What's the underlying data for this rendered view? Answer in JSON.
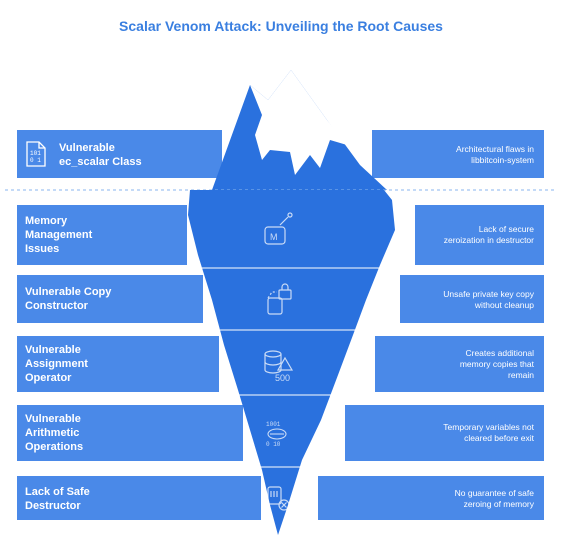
{
  "title": "Scalar Venom Attack: Unveiling the Root Causes",
  "colors": {
    "band": "#4a89e8",
    "ice": "#2a71de",
    "title": "#3a7fe0",
    "waterline": "#8ab6ef"
  },
  "layers": [
    {
      "label": "Vulnerable\nec_scalar Class",
      "description": "Architectural flaws in\nlibbitcoin-system",
      "icon": "binary-file-icon"
    },
    {
      "label": "Memory\nManagement\nIssues",
      "description": "Lack of secure\nzeroization in destructor",
      "icon": "memory-chip-icon"
    },
    {
      "label": "Vulnerable Copy\nConstructor",
      "description": "Unsafe private key copy\nwithout cleanup",
      "icon": "copy-lock-icon"
    },
    {
      "label": "Vulnerable\nAssignment\nOperator",
      "description": "Creates additional\nmemory copies that\nremain",
      "icon": "database-warning-icon"
    },
    {
      "label": "Vulnerable\nArithmetic\nOperations",
      "description": "Temporary variables not\ncleared before exit",
      "icon": "binary-mask-icon"
    },
    {
      "label": "Lack of Safe\nDestructor",
      "description": "No guarantee of safe\nzeroing of memory",
      "icon": "file-delete-icon"
    }
  ],
  "icon_text": {
    "warning_code": "500"
  }
}
